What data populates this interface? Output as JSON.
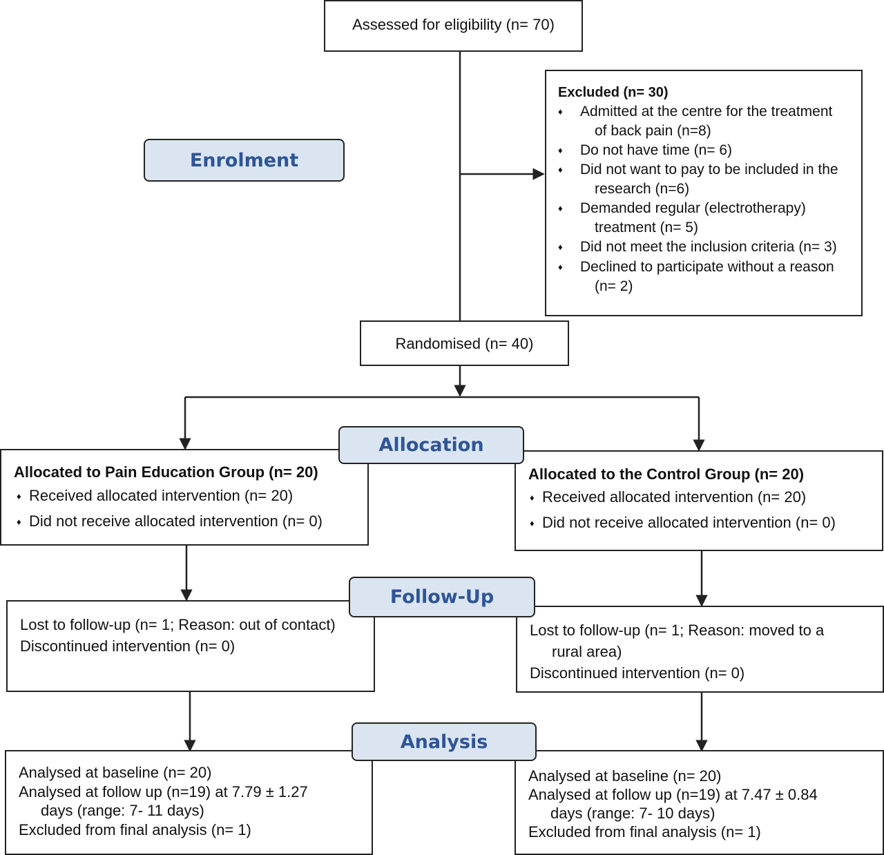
{
  "assessed": "Assessed for eligibility (n= 70)",
  "excluded": {
    "title": "Excluded (n= 30)",
    "items": [
      [
        "Admitted at the centre for the treatment",
        "of back pain (n=8)"
      ],
      [
        "Do not have time (n= 6)"
      ],
      [
        "Did not want to pay to be included in the",
        "research (n=6)"
      ],
      [
        "Demanded regular (electrotherapy)",
        "treatment (n= 5)"
      ],
      [
        "Did not meet the inclusion criteria (n= 3)"
      ],
      [
        "Declined to participate without a reason",
        "(n= 2)"
      ]
    ]
  },
  "randomised": "Randomised (n= 40)",
  "phases": {
    "enrolment": "Enrolment",
    "allocation": "Allocation",
    "followup": "Follow-Up",
    "analysis": "Analysis"
  },
  "bullet": "♦",
  "left": {
    "allocation_title": "Allocated to Pain Education Group (n= 20)",
    "allocation_items": [
      "Received allocated intervention (n= 20)",
      "Did not receive allocated intervention (n= 0)"
    ],
    "followup_lines": [
      "Lost to follow-up (n= 1; Reason: out of contact)",
      "Discontinued intervention (n= 0)"
    ],
    "analysis_lines": [
      "Analysed at baseline (n= 20)",
      "Analysed at follow up (n=19) at 7.79 ± 1.27",
      "days (range: 7- 11 days)",
      "Excluded from final analysis (n= 1)"
    ]
  },
  "right": {
    "allocation_title": "Allocated to the Control Group (n= 20)",
    "allocation_items": [
      "Received allocated intervention (n= 20)",
      "Did not receive allocated intervention (n= 0)"
    ],
    "followup_lines": [
      "Lost to follow-up (n= 1; Reason: moved to a",
      "rural area)",
      "Discontinued intervention (n= 0)"
    ],
    "analysis_lines": [
      "Analysed at baseline (n= 20)",
      "Analysed at follow up (n=19) at 7.47 ± 0.84",
      "days (range: 7- 10 days)",
      "Excluded from final analysis (n= 1)"
    ]
  },
  "colors": {
    "phase_fill": "#dbe5f1",
    "phase_text": "#2e5597",
    "line": "#222222"
  }
}
